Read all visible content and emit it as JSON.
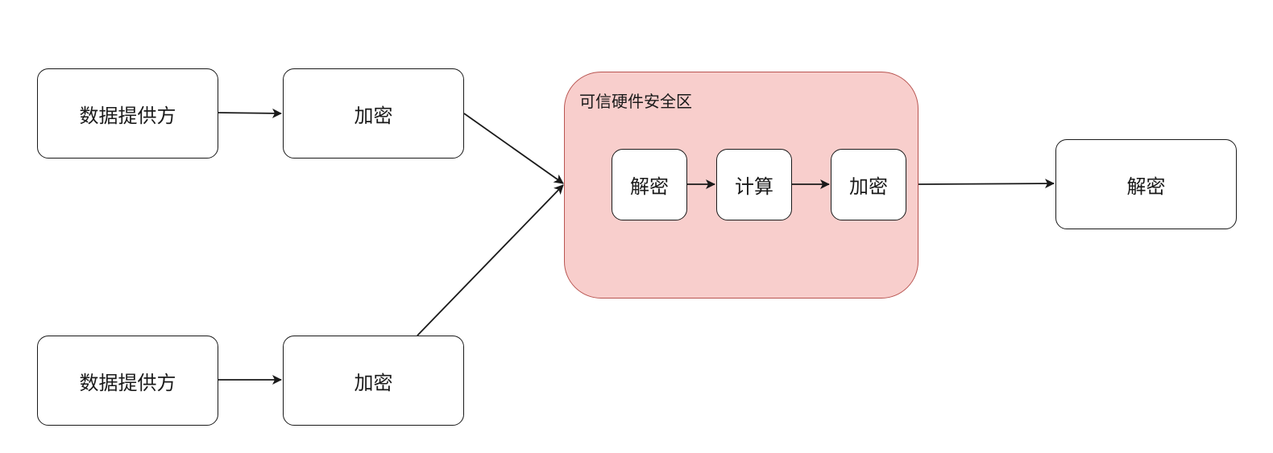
{
  "diagram": {
    "zone": {
      "label": "可信硬件安全区",
      "fill": "#f8cecc",
      "stroke": "#b85450"
    },
    "nodes": {
      "provider_1": "数据提供方",
      "encrypt_1": "加密",
      "provider_2": "数据提供方",
      "encrypt_2": "加密",
      "decrypt_inner": "解密",
      "compute": "计算",
      "encrypt_inner": "加密",
      "decrypt_out": "解密"
    },
    "edges": [
      {
        "from": "provider_1",
        "to": "encrypt_1"
      },
      {
        "from": "provider_2",
        "to": "encrypt_2"
      },
      {
        "from": "encrypt_1",
        "to": "trusted_zone"
      },
      {
        "from": "encrypt_2",
        "to": "trusted_zone"
      },
      {
        "from": "decrypt_inner",
        "to": "compute"
      },
      {
        "from": "compute",
        "to": "encrypt_inner"
      },
      {
        "from": "trusted_zone",
        "to": "decrypt_out"
      }
    ]
  }
}
